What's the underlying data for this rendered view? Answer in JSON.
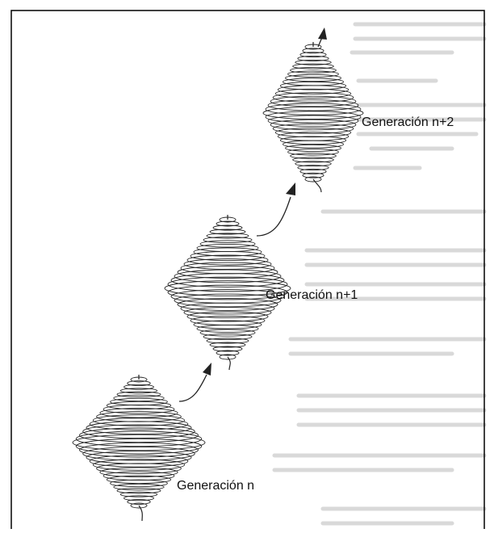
{
  "labels": {
    "generation_n": "Generación n",
    "generation_n1": "Generación n+1",
    "generation_n2": "Generación n+2"
  },
  "colors": {
    "ink": "#222222",
    "faint_text": "#d9d9d9",
    "frame": "#000000",
    "background": "#ffffff"
  },
  "icons": {
    "spiral": "helical-spiral-icon",
    "arrow": "curved-arrow-icon"
  }
}
